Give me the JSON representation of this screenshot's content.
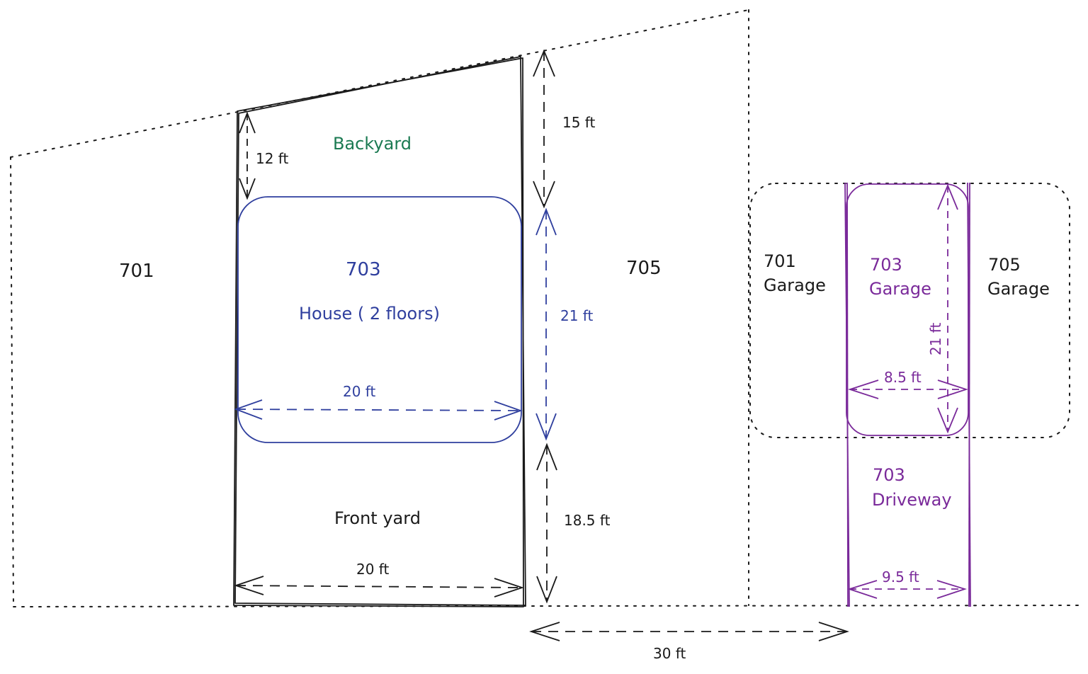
{
  "colors": {
    "ink": "#1a1a1a",
    "house": "#2f3f9e",
    "backyard": "#1b7a52",
    "garage": "#7a2a9a"
  },
  "labels": {
    "lot_701": "701",
    "lot_703": "703",
    "house": "House ( 2 floors)",
    "lot_705": "705",
    "backyard": "Backyard",
    "front_yard": "Front yard",
    "garage_701_num": "701",
    "garage_701_word": "Garage",
    "garage_703_num": "703",
    "garage_703_word": "Garage",
    "garage_705_num": "705",
    "garage_705_word": "Garage",
    "driveway_num": "703",
    "driveway_word": "Driveway"
  },
  "dimensions": {
    "backyard_depth": "12 ft",
    "rear_setback": "15 ft",
    "house_depth": "21 ft",
    "house_width": "20 ft",
    "front_setback": "18.5 ft",
    "lot_width": "20 ft",
    "side_gap": "30 ft",
    "garage_depth": "21 ft",
    "garage_width": "8.5 ft",
    "driveway_width": "9.5 ft"
  }
}
